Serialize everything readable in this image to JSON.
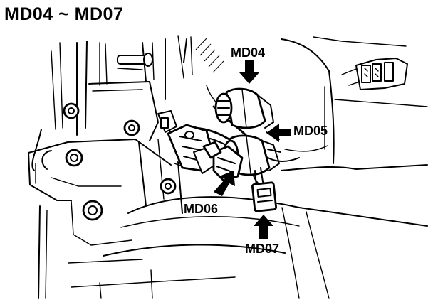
{
  "title": "MD04 ~ MD07",
  "callouts": [
    {
      "id": "md04",
      "label": "MD04"
    },
    {
      "id": "md05",
      "label": "MD05"
    },
    {
      "id": "md06",
      "label": "MD06"
    },
    {
      "id": "md07",
      "label": "MD07"
    }
  ],
  "colors": {
    "ink": "#000000",
    "paper": "#ffffff"
  }
}
